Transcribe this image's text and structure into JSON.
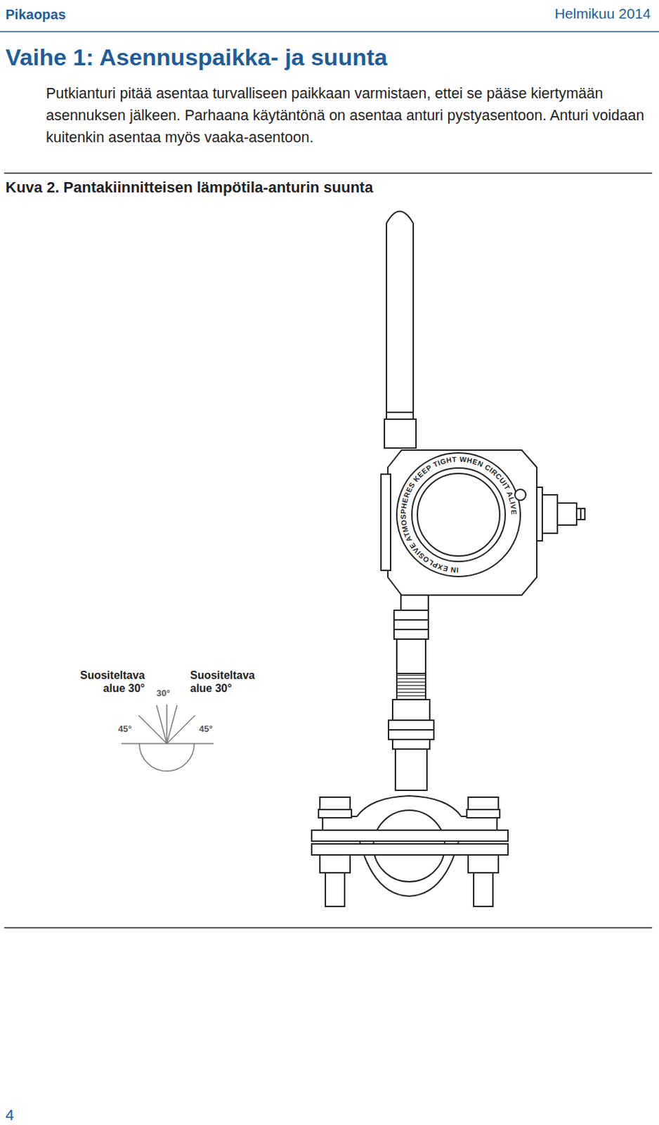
{
  "diagram": {
    "title": "Vaihe 1: Asennuspaikka- ja suunta",
    "caption": "Kuva 2. Pantakiinnitteisen lämpötila-anturin suunta",
    "labels": [
      "Pikaopas",
      "Helmikuu 2014",
      "Putkianturi pitää asentaa turvalliseen paikkaan varmistaen, ettei se pääse kiertymään asennuksen jälkeen. Parhaana käytäntönä on asentaa anturi pystyasentoon. Anturi voidaan kuitenkin asentaa myös vaaka-asentoon.",
      "Suositeltava alue 30°",
      "30°",
      "Suositeltava alue 30°",
      "45°",
      "45°",
      "IN EXPLOSIVE ATMOSPHERES KEEP TIGHT WHEN CIRCUIT ALIVE",
      "4"
    ]
  }
}
